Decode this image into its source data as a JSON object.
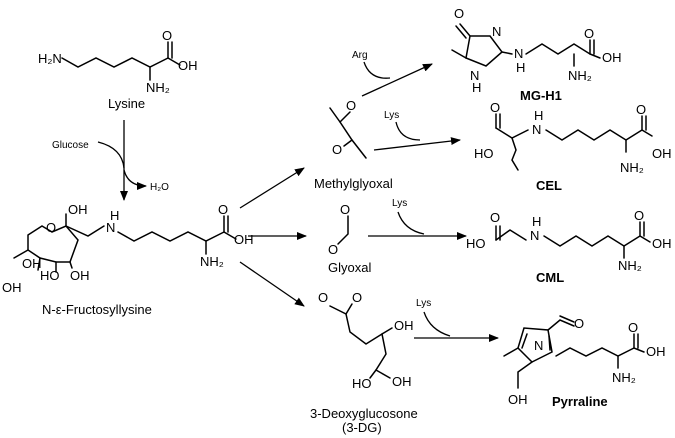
{
  "atoms": {
    "h2n": "H₂N",
    "oh": "OH",
    "nh2": "NH₂",
    "o": "O",
    "n": "N",
    "h": "H",
    "ho": "HO",
    "nh": "NH",
    "h2o": "H₂O"
  },
  "compounds": {
    "lysine": "Lysine",
    "fructosyllysine": "N-ε-Fructosyllysine",
    "methylglyoxal": "Methylglyoxal",
    "glyoxal": "Glyoxal",
    "deoxyglucosone": "3-Deoxyglucosone",
    "deoxyglucosone_abbr": "(3-DG)",
    "mgh1": "MG-H1",
    "cel": "CEL",
    "cml": "CML",
    "pyrraline": "Pyrraline"
  },
  "reagents": {
    "glucose": "Glucose",
    "arg": "Arg",
    "lys": "Lys"
  }
}
